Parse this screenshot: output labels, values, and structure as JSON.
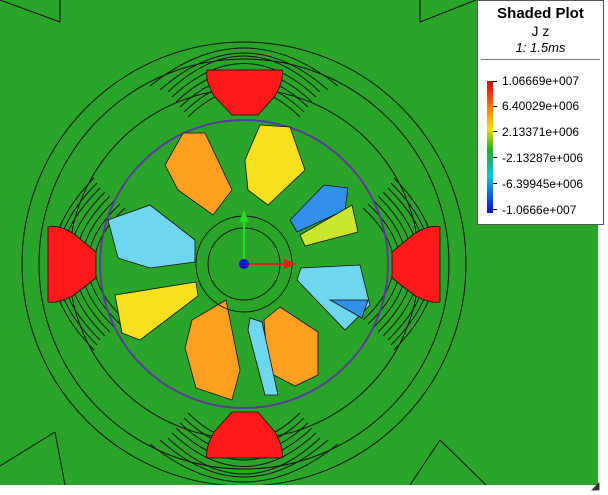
{
  "legend": {
    "title": "Shaded Plot",
    "quantity": "J z",
    "time": "1: 1.5ms",
    "scale": [
      {
        "label": "1.06669e+007",
        "color": "#d11b1b"
      },
      {
        "label": "6.40029e+006",
        "color": "#ff7a00"
      },
      {
        "label": "2.13371e+006",
        "color": "#e8ea00"
      },
      {
        "label": "-2.13287e+006",
        "color": "#1fa51f"
      },
      {
        "label": "-6.39945e+006",
        "color": "#1ba1e2"
      },
      {
        "label": "-1.0666e+007",
        "color": "#1010c8"
      }
    ]
  },
  "colors": {
    "background": "#2aa52a",
    "red": "#ff1a1a",
    "orange": "#ffa020",
    "yellow": "#f7e020",
    "lime": "#c8e830",
    "cyan": "#6fd6ef",
    "blue": "#3090e8",
    "contour": "#101010",
    "rotor_outline": "#5a3a9a"
  },
  "axes": {
    "x_color": "#e02020",
    "y_color": "#20e020",
    "origin_color": "#1010d0"
  }
}
